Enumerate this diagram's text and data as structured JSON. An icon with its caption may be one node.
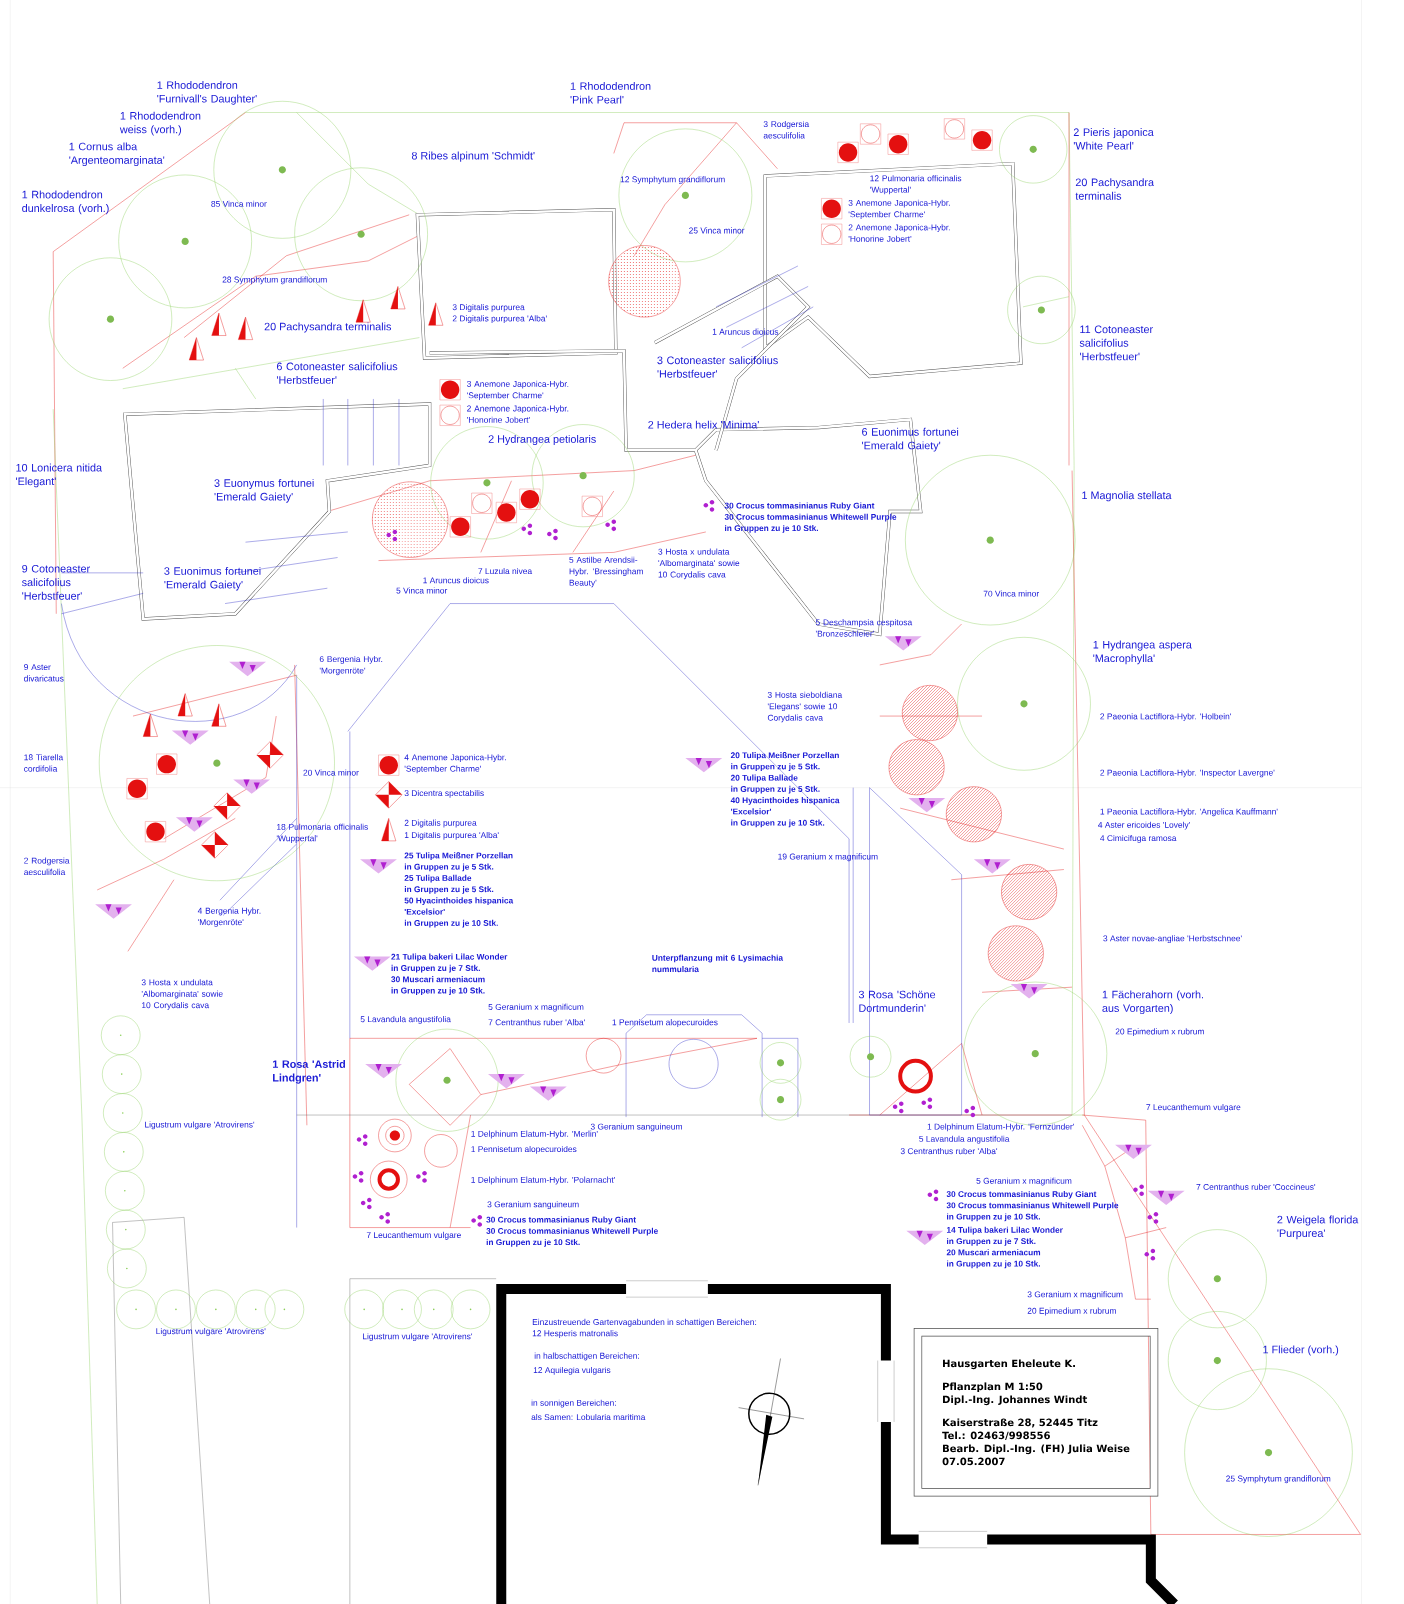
{
  "diagram": {
    "nodes": [
      {
        "text": [
          "Hausgarten Eheleute K.",
          "Pflanzplan M 1:50",
          "Dipl.-Ing. Johannes Windt",
          "Kaiserstraße 28, 52445 Titz",
          "Tel.: 02463/998556",
          "Bearb. Dipl.-Ing. (FH) Julia Weise",
          "07.05.2007"
        ]
      }
    ],
    "labels": [
      "1 Rhododendron 'Furnivall's Daughter'",
      "1 Rhododendron 'Pink Pearl'",
      "1 Rhododendron weiss (vorh.)",
      "3 Rodgersia aesculifolia",
      "2 Pieris japonica 'White Pearl'",
      "1 Cornus alba 'Argenteomarginata'",
      "8 Ribes alpinum 'Schmidt'",
      "12 Symphytum grandiflorum",
      "12 Pulmonaria officinalis 'Wuppertal'",
      "20 Pachysandra terminalis",
      "1 Rhododendron dunkelrosa (vorh.)",
      "85 Vinca minor",
      "3 Anemone Japonica-Hybr. 'September Charme'",
      "2 Anemone Japonica-Hybr. 'Honorine Jobert'",
      "25 Vinca minor",
      "28 Symphytum grandiflorum",
      "3 Digitalis purpurea",
      "2 Digitalis purpurea 'Alba'",
      "20 Pachysandra terminalis",
      "11 Cotoneaster salicifolius 'Herbstfeuer'",
      "1 Aruncus dioicus",
      "6 Cotoneaster salicifolius 'Herbstfeuer'",
      "3 Cotoneaster salicifolius 'Herbstfeuer'",
      "3 Anemone Japonica-Hybr. 'September Charme'",
      "2 Anemone Japonica-Hybr. 'Honorine Jobert'",
      "2 Hedera helix 'Minima'",
      "6 Euonimus fortunei 'Emerald Gaiety'",
      "2 Hydrangea petiolaris",
      "10 Lonicera nitida 'Elegant'",
      "3 Euonymus fortunei 'Emerald Gaiety'",
      "1 Magnolia stellata",
      "30 Crocus tommasinianus Ruby Giant",
      "30 Crocus tommasinianus Whitewell Purple",
      "in Gruppen zu je 10 Stk.",
      "5 Astilbe Arendsii-Hybr. 'Bressingham Beauty'",
      "3 Hosta x undulata 'Albomarginata' sowie 10 Corydalis cava",
      "7 Luzula nivea",
      "1 Aruncus dioicus",
      "5 Vinca minor",
      "9 Cotoneaster salicifolius 'Herbstfeuer'",
      "3 Euonimus fortunei 'Emerald Gaiety'",
      "70 Vinca minor",
      "5 Deschampsia cespitosa 'Bronzeschleier'",
      "1 Hydrangea aspera 'Macrophylla'",
      "9 Aster divaricatus",
      "6 Bergenia Hybr. 'Morgenröte'",
      "3 Hosta sieboldiana 'Elegans' sowie 10 Corydalis cava",
      "2 Paeonia Lactiflora-Hybr. 'Holbein'",
      "18 Tiarella cordifolia",
      "4 Anemone Japonica-Hybr. 'September Charme'",
      "20 Tulipa Meißner Porzellan",
      "in Gruppen zu je 5 Stk.",
      "20 Tulipa Ballade",
      "in Gruppen zu je 5 Stk.",
      "40 Hyacinthoides hispanica",
      "'Excelsior'",
      "in Gruppen zu je 10 Stk.",
      "20 Vinca minor",
      "2 Paeonia Lactiflora-Hybr. 'Inspector Lavergne'",
      "3 Dicentra spectabilis",
      "1 Paeonia Lactiflora-Hybr. 'Angelica Kauffmann'",
      "2 Digitalis purpurea",
      "4 Aster ericoides 'Lovely'",
      "18 Pulmonaria officinalis 'Wuppertal'",
      "1 Digitalis purpurea 'Alba'",
      "4 Cimicifuga ramosa",
      "2 Rodgersia aesculifolia",
      "25 Tulipa Meißner Porzellan",
      "in Gruppen zu je 5 Stk.",
      "25 Tulipa Ballade",
      "in Gruppen zu je 5 Stk.",
      "50 Hyacinthoides hispanica",
      "'Excelsior'",
      "in Gruppen zu je 10 Stk.",
      "19 Geranium x magnificum",
      "4 Bergenia Hybr. 'Morgenröte'",
      "3 Aster novae-angliae 'Herbstschnee'",
      "21 Tulipa bakeri Lilac Wonder",
      "in Gruppen zu je 7 Stk.",
      "30 Muscari armeniacum",
      "in Gruppen zu je 10 Stk.",
      "Unterpflanzung mit 6 Lysimachia nummularia",
      "3 Hosta x undulata 'Albomarginata' sowie 10 Corydalis cava",
      "3 Rosa 'Schöne Dortmunderin'",
      "1 Fächerahorn (vorh. aus Vorgarten)",
      "5 Geranium x magnificum",
      "5 Lavandula angustifolia",
      "7 Centranthus ruber 'Alba'",
      "1 Pennisetum alopecuroides",
      "20 Epimedium x rubrum",
      "1 Rosa 'Astrid Lindgren'",
      "7 Leucanthemum vulgare",
      "Ligustrum vulgare 'Atrovirens'",
      "3 Geranium sanguineum",
      "1 Delphinum Elatum-Hybr. 'Fernzünder'",
      "1 Delphinum Elatum-Hybr. 'Merlin'",
      "5 Lavandula angustifolia",
      "1 Pennisetum alopecuroides",
      "3 Centranthus ruber 'Alba'",
      "1 Delphinum Elatum-Hybr. 'Polarnacht'",
      "5 Geranium x magnificum",
      "7 Centranthus ruber 'Coccineus'",
      "30 Crocus tommasinianus Ruby Giant",
      "30 Crocus tommasinianus Whitewell Purple",
      "in Gruppen zu je 10 Stk.",
      "14 Tulipa bakeri Lilac Wonder",
      "in Gruppen zu je 7 Stk.",
      "20 Muscari armeniacum",
      "in Gruppen zu je 10 Stk.",
      "3 Geranium sanguineum",
      "30 Crocus tommasinianus Ruby Giant",
      "30 Crocus tommasinianus Whitewell Purple",
      "in Gruppen zu je 10 Stk.",
      "2 Weigela florida 'Purpurea'",
      "7 Leucanthemum vulgare",
      "3 Geranium x magnificum",
      "20 Epimedium x rubrum",
      "Einzustreuende Gartenvagabunden in schattigen Bereichen:",
      "Ligustrum vulgare 'Atrovirens'",
      "Ligustrum vulgare 'Atrovirens'",
      "12 Hesperis matronalis",
      "1 Flieder (vorh.)",
      "in halbschattigen Bereichen:",
      "12 Aquilegia vulgaris",
      "in sonnigen Bereichen:",
      "als Samen: Lobularia maritima",
      "25 Symphytum grandiflorum"
    ]
  }
}
